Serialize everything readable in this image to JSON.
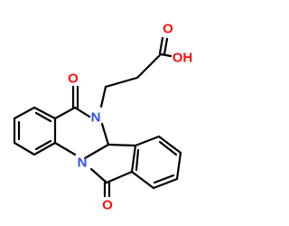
{
  "molecule": {
    "labels": {
      "hydroxyl": "OH",
      "carbonyl_acid": "O",
      "carbonyl_upper": "O",
      "carbonyl_lower": "O",
      "amide_n": "N",
      "ring_n": "N"
    },
    "colors": {
      "oxygen": "#ff0d0d",
      "nitrogen": "#3050f8",
      "bond": "#000000"
    }
  }
}
